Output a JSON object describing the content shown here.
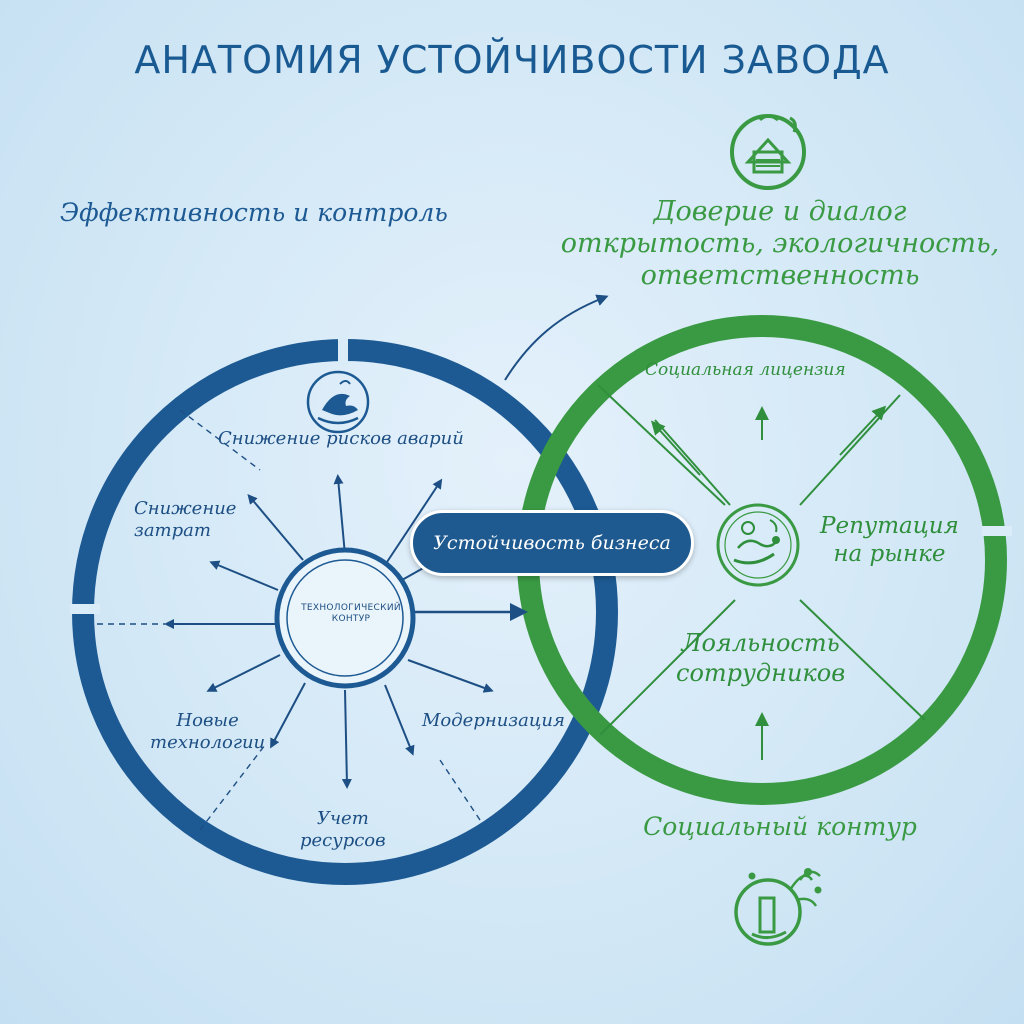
{
  "title": "АНАТОМИЯ УСТОЙЧИВОСТИ ЗАВОДА",
  "left_heading": "Эффективность и контроль",
  "right_heading": {
    "line1": "Доверие и диалог",
    "line2": "открытость, экологичность,",
    "line3": "ответственность"
  },
  "bottom_heading": "Социальный контур",
  "center_pill": "Устойчивость бизнеса",
  "tech_hub": {
    "line1": "ТЕХНОЛОГИЧЕСКИЙ",
    "line2": "КОНТУР"
  },
  "tech_items": {
    "risk": "Снижение рисков аварий",
    "costs_l1": "Снижение",
    "costs_l2": "затрат",
    "newtech_l1": "Новые",
    "newtech_l2": "технологии",
    "resources_l1": "Учет",
    "resources_l2": "ресурсов",
    "modern": "Модернизация"
  },
  "social_items": {
    "license": "Социальная лицензия",
    "reputation_l1": "Репутация",
    "reputation_l2": "на рынке",
    "loyalty_l1": "Лояльность",
    "loyalty_l2": "сотрудников"
  },
  "icons": {
    "factory": "factory-house-icon",
    "crane_bird": "crane-bird-icon",
    "eco_people": "eco-people-icon",
    "tree_hand": "tree-hand-icon"
  },
  "colors": {
    "blue": "#1d5a93",
    "green": "#3a9a43",
    "background": "#d6eaf7"
  }
}
